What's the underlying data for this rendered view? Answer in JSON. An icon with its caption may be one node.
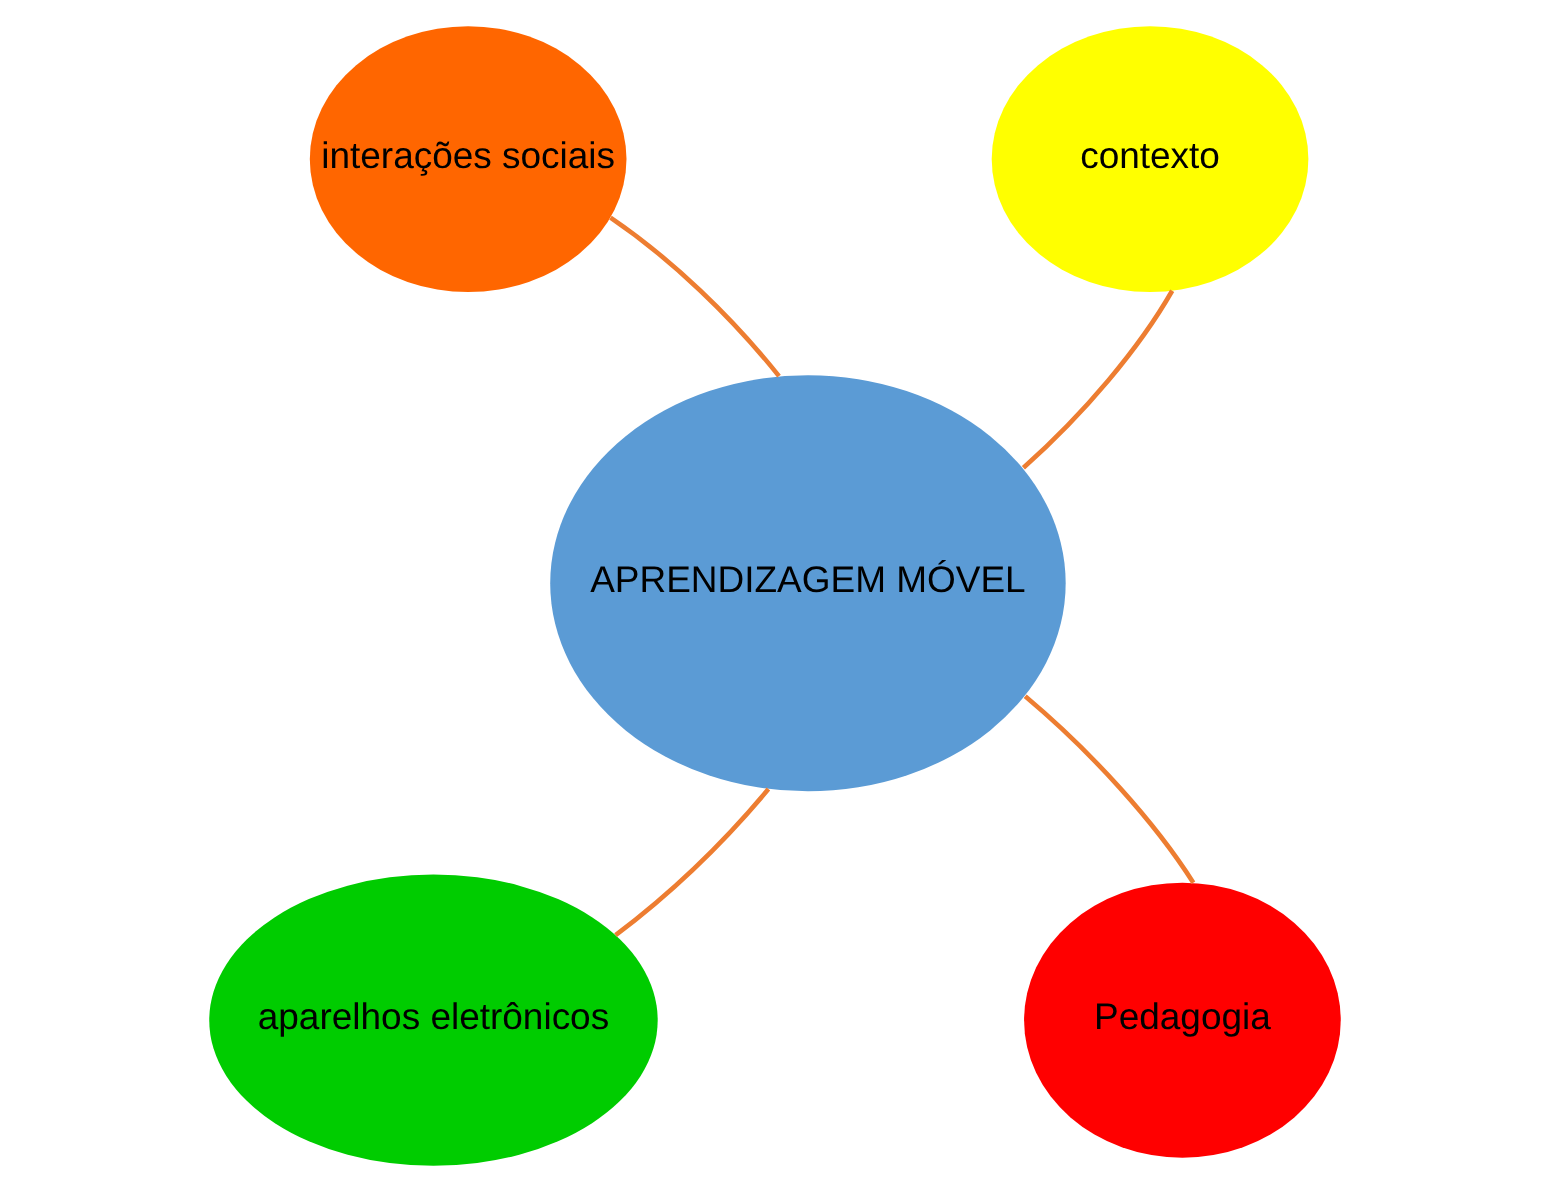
{
  "diagram": {
    "nodes": [
      {
        "text": [
          "interações sociais"
        ]
      },
      {
        "text": [
          "contexto"
        ]
      },
      {
        "text": [
          "APRENDIZAGEM MÓVEL"
        ]
      },
      {
        "text": [
          "aparelhos eletrônicos"
        ]
      },
      {
        "text": [
          "Pedagogia"
        ]
      }
    ],
    "edges": [
      {
        "from": 2,
        "to": 0,
        "arrow": "none",
        "color": "#ed7d31"
      },
      {
        "from": 2,
        "to": 1,
        "arrow": "none",
        "color": "#ed7d31"
      },
      {
        "from": 2,
        "to": 3,
        "arrow": "none",
        "color": "#ed7d31"
      },
      {
        "from": 2,
        "to": 4,
        "arrow": "none",
        "color": "#ed7d31"
      }
    ]
  }
}
